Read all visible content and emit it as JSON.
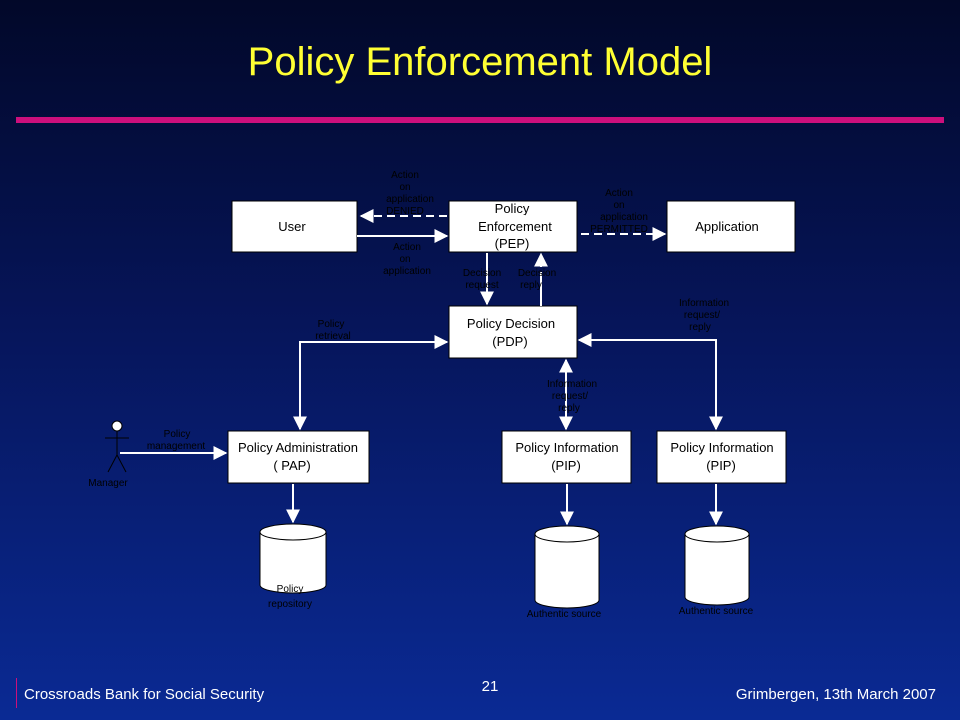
{
  "slide": {
    "title": "Policy Enforcement Model",
    "page_number": "21",
    "footer_left": "Crossroads Bank for Social Security",
    "footer_right": "Grimbergen, 13th March 2007"
  },
  "boxes": {
    "user": "User",
    "pep": [
      "Policy",
      "Enforcement",
      "(PEP)"
    ],
    "application": "Application",
    "pdp": [
      "Policy Decision",
      "(PDP)"
    ],
    "pap": [
      "Policy Administration",
      "( PAP)"
    ],
    "pip1": [
      "Policy Information",
      "(PIP)"
    ],
    "pip2": [
      "Policy Information",
      "(PIP)"
    ]
  },
  "labels": {
    "action_denied": [
      "Action",
      "on",
      "application",
      "DENIED"
    ],
    "action_on_app": [
      "Action",
      "on",
      "application"
    ],
    "action_permitted": [
      "Action",
      "on",
      "application",
      "PERMITTED"
    ],
    "decision_request": [
      "Decision",
      "request"
    ],
    "decision_reply": [
      "Decision",
      "reply"
    ],
    "policy_retrieval": [
      "Policy",
      "retrieval"
    ],
    "info_request_right": [
      "Information",
      "request/",
      "reply"
    ],
    "info_request_mid": [
      "Information",
      "request/",
      "reply"
    ],
    "policy_management": [
      "Policy",
      "management"
    ],
    "manager": "Manager",
    "policy_repository": [
      "Policy",
      "repository"
    ],
    "authentic_source_1": "Authentic source",
    "authentic_source_2": "Authentic source"
  }
}
